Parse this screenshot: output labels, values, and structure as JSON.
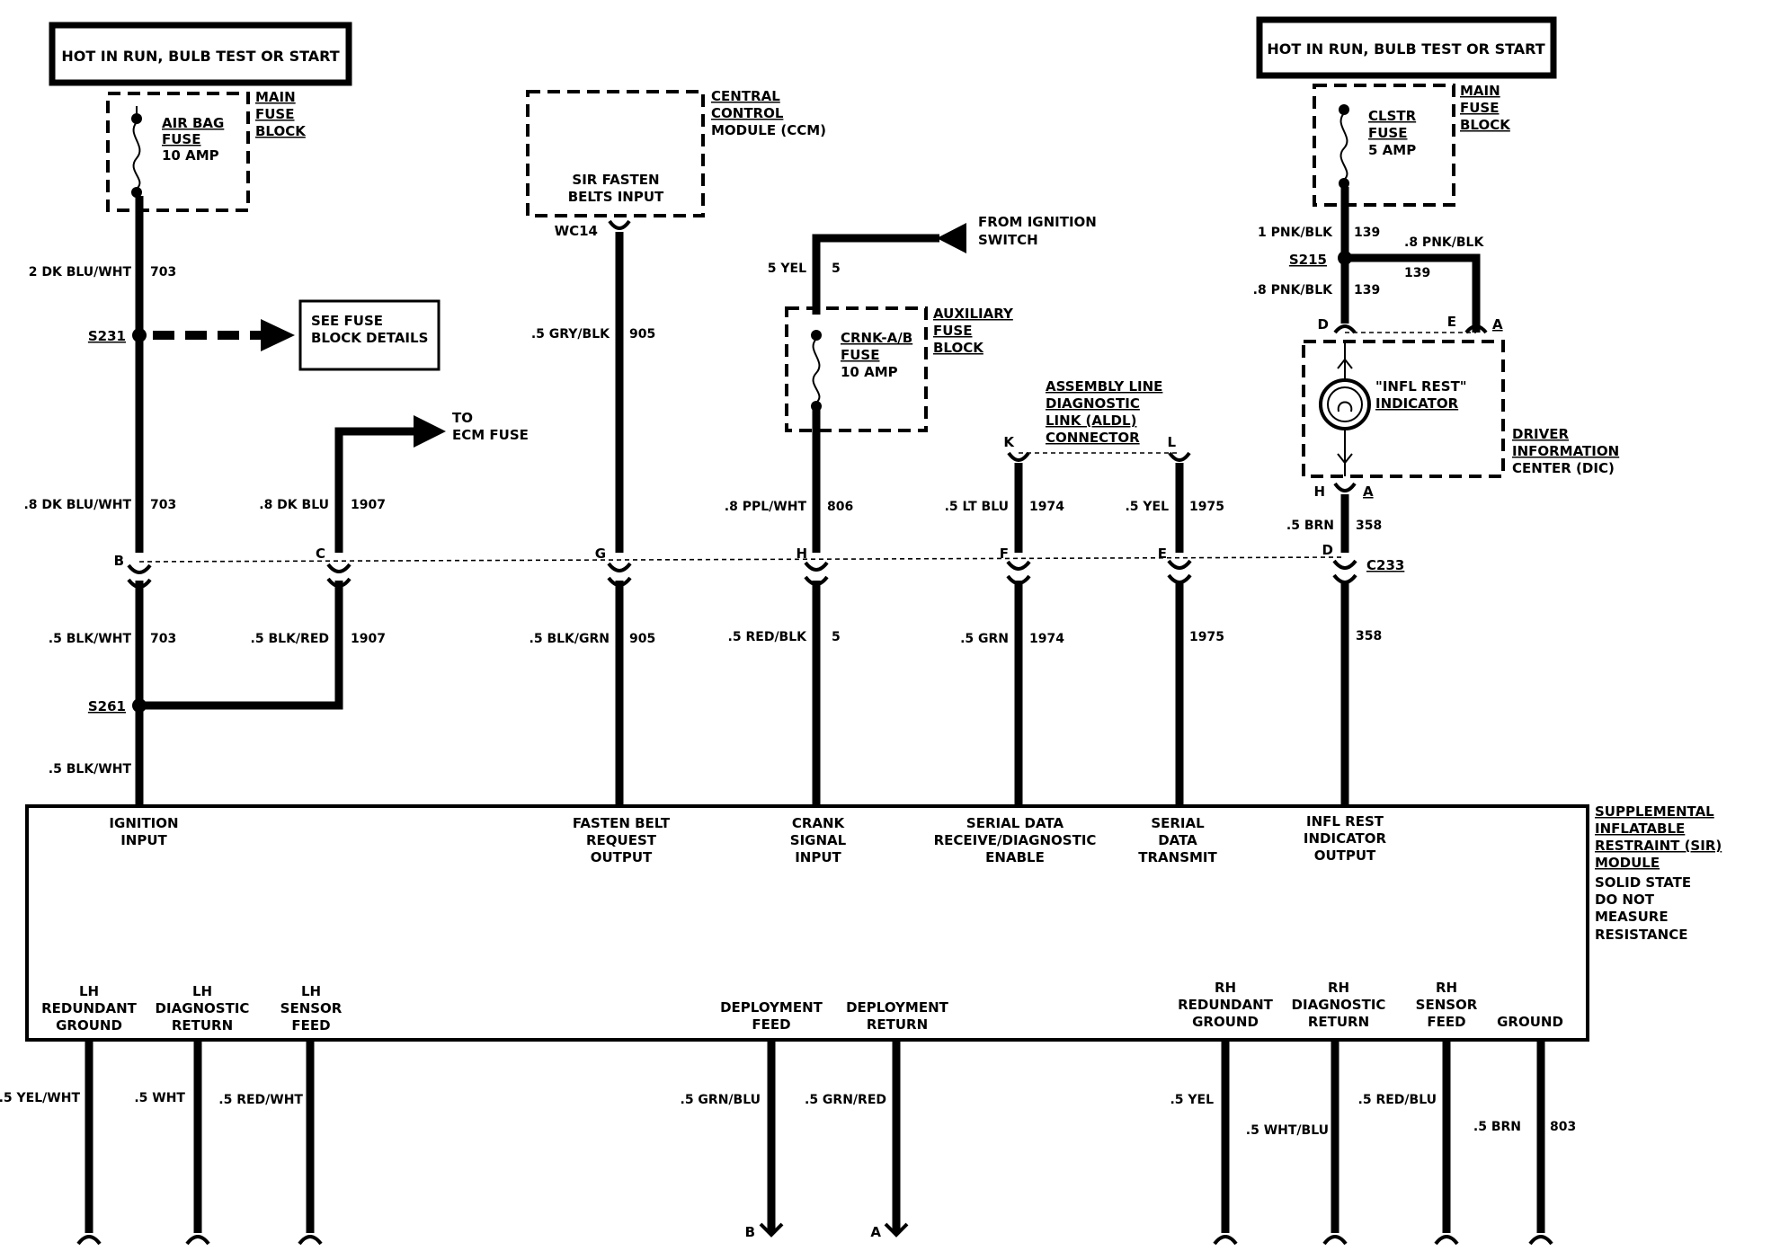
{
  "power": {
    "left_header": "HOT IN RUN, BULB TEST OR START",
    "right_header": "HOT IN RUN, BULB TEST OR START"
  },
  "fuse_blocks": {
    "main_left": [
      "MAIN",
      "FUSE",
      "BLOCK"
    ],
    "main_right": [
      "MAIN",
      "FUSE",
      "BLOCK"
    ],
    "aux": [
      "AUXILIARY",
      "FUSE",
      "BLOCK"
    ],
    "airbag_fuse": [
      "AIR BAG",
      "FUSE",
      "10 AMP"
    ],
    "clstr_fuse": [
      "CLSTR",
      "FUSE",
      "5 AMP"
    ],
    "crnk_fuse": [
      "CRNK-A/B",
      "FUSE",
      "10 AMP"
    ]
  },
  "ccm": {
    "label": [
      "CENTRAL",
      "CONTROL",
      "MODULE (CCM)"
    ],
    "inner": [
      "SIR FASTEN",
      "BELTS INPUT"
    ],
    "pin": "WC14"
  },
  "see_fuse_block": [
    "SEE FUSE",
    "BLOCK DETAILS"
  ],
  "to_ecm_fuse": [
    "TO",
    "ECM FUSE"
  ],
  "from_ignition": [
    "FROM IGNITION",
    "SWITCH"
  ],
  "aldl": [
    "ASSEMBLY LINE",
    "DIAGNOSTIC",
    "LINK (ALDL)",
    "CONNECTOR"
  ],
  "dic": {
    "label": [
      "DRIVER",
      "INFORMATION",
      "CENTER (DIC)"
    ],
    "indicator": [
      "\"INFL REST\"",
      "INDICATOR"
    ]
  },
  "splices": {
    "s231": "S231",
    "s261": "S261",
    "s215": "S215",
    "c233": "C233"
  },
  "wires": [
    {
      "id": "w1",
      "text": "2 DK BLU/WHT",
      "circuit": "703"
    },
    {
      "id": "w2",
      "text": ".8 DK BLU/WHT",
      "circuit": "703"
    },
    {
      "id": "w3",
      "text": ".5 BLK/WHT",
      "circuit": "703"
    },
    {
      "id": "w4",
      "text": ".5 BLK/WHT",
      "circuit": ""
    },
    {
      "id": "w5",
      "text": ".8 DK BLU",
      "circuit": "1907"
    },
    {
      "id": "w6",
      "text": ".5 BLK/RED",
      "circuit": "1907"
    },
    {
      "id": "w7",
      "text": ".5 GRY/BLK",
      "circuit": "905"
    },
    {
      "id": "w8",
      "text": ".5 BLK/GRN",
      "circuit": "905"
    },
    {
      "id": "w9",
      "text": "5 YEL",
      "circuit": "5"
    },
    {
      "id": "w10",
      "text": ".8 PPL/WHT",
      "circuit": "806"
    },
    {
      "id": "w11",
      "text": ".5 RED/BLK",
      "circuit": "5"
    },
    {
      "id": "w12",
      "text": ".5 LT BLU",
      "circuit": "1974"
    },
    {
      "id": "w13",
      "text": ".5 GRN",
      "circuit": "1974"
    },
    {
      "id": "w14",
      "text": ".5 YEL",
      "circuit": "1975"
    },
    {
      "id": "w15",
      "text": "",
      "circuit": "1975"
    },
    {
      "id": "w16",
      "text": "1 PNK/BLK",
      "circuit": "139"
    },
    {
      "id": "w17",
      "text": ".8 PNK/BLK",
      "circuit": "139"
    },
    {
      "id": "w18",
      "text": ".8 PNK/BLK",
      "circuit": "139"
    },
    {
      "id": "w19",
      "text": ".5 BRN",
      "circuit": "358"
    },
    {
      "id": "w20",
      "text": "",
      "circuit": "358"
    }
  ],
  "connector_pins": {
    "c233": [
      "B",
      "C",
      "G",
      "H",
      "F",
      "E",
      "D"
    ],
    "aldl": [
      "K",
      "L"
    ],
    "dic_top": [
      "D",
      "E",
      "A"
    ],
    "dic_bottom": [
      "H",
      "A"
    ]
  },
  "sir_module": {
    "label": [
      "SUPPLEMENTAL",
      "INFLATABLE",
      "RESTRAINT (SIR)",
      "MODULE"
    ],
    "note": [
      "SOLID STATE",
      "DO NOT",
      "MEASURE",
      "RESISTANCE"
    ],
    "top_terminals": [
      [
        "IGNITION",
        "INPUT"
      ],
      [
        "FASTEN BELT",
        "REQUEST",
        "OUTPUT"
      ],
      [
        "CRANK",
        "SIGNAL",
        "INPUT"
      ],
      [
        "SERIAL DATA",
        "RECEIVE/DIAGNOSTIC",
        "ENABLE"
      ],
      [
        "SERIAL",
        "DATA",
        "TRANSMIT"
      ],
      [
        "INFL REST",
        "INDICATOR",
        "OUTPUT"
      ]
    ],
    "bottom_terminals": [
      [
        "LH",
        "REDUNDANT",
        "GROUND"
      ],
      [
        "LH",
        "DIAGNOSTIC",
        "RETURN"
      ],
      [
        "LH",
        "SENSOR",
        "FEED"
      ],
      [
        "DEPLOYMENT",
        "FEED"
      ],
      [
        "DEPLOYMENT",
        "RETURN"
      ],
      [
        "RH",
        "REDUNDANT",
        "GROUND"
      ],
      [
        "RH",
        "DIAGNOSTIC",
        "RETURN"
      ],
      [
        "RH",
        "SENSOR",
        "FEED"
      ],
      [
        "GROUND"
      ]
    ]
  },
  "bottom_wires": [
    ".5 YEL/WHT",
    ".5 WHT",
    ".5 RED/WHT",
    ".5 GRN/BLU",
    ".5 GRN/RED",
    ".5 YEL",
    ".5 WHT/BLU",
    ".5 RED/BLU",
    ".5 BRN"
  ],
  "bottom_circuit_803": "803",
  "bottom_pins": {
    "b": "B",
    "a": "A"
  }
}
